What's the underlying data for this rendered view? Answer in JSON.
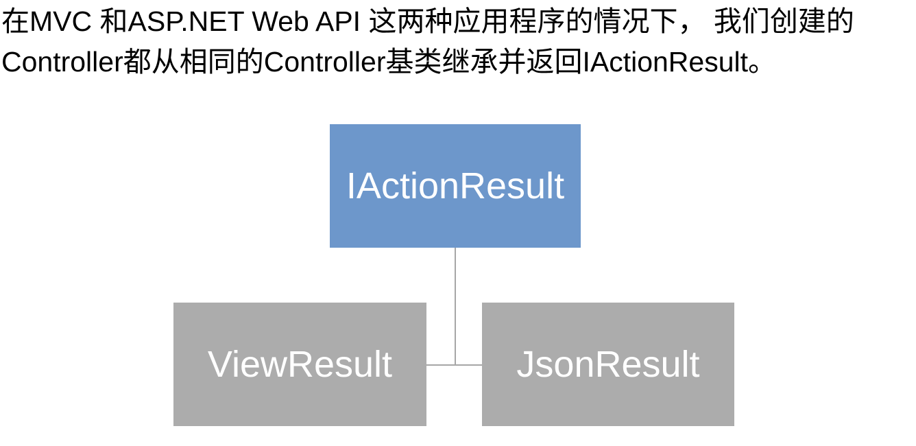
{
  "paragraph": {
    "lines": [
      "在MVC 和ASP.NET Web API 这两种应用程序的情况下， 我们创建的",
      "Controller都从相同的Controller基类继承并返回IActionResult。"
    ],
    "text_color": "#000000"
  },
  "diagram": {
    "type": "hierarchy",
    "root": {
      "label": "IActionResult",
      "fill_color": "#6D97CB",
      "text_color": "#FFFFFF"
    },
    "children": [
      {
        "label": "ViewResult",
        "fill_color": "#ACACAC",
        "text_color": "#FFFFFF"
      },
      {
        "label": "JsonResult",
        "fill_color": "#ACACAC",
        "text_color": "#FFFFFF"
      }
    ],
    "connector_color": "#A6A6A6"
  }
}
